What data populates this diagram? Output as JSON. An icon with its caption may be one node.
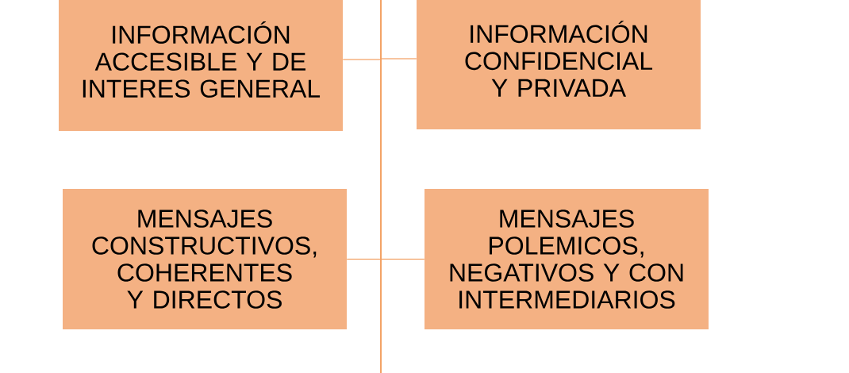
{
  "diagram": {
    "nodes": [
      {
        "text": [
          "INFORMACIÓN ACCESIBLE Y DE INTERES GENERAL"
        ]
      },
      {
        "text": [
          "INFORMACIÓN CONFIDENCIAL Y PRIVADA"
        ]
      },
      {
        "text": [
          "MENSAJES CONSTRUCTIVOS, COHERENTES Y DIRECTOS"
        ]
      },
      {
        "text": [
          "MENSAJES POLEMICOS, NEGATIVOS Y CON INTERMEDIARIOS"
        ]
      },
      {
        "text": [],
        "shape": "line"
      }
    ],
    "edges": [
      {
        "from": 0,
        "to": 4,
        "arrow": "none"
      },
      {
        "from": 4,
        "to": 1,
        "arrow": "none"
      },
      {
        "from": 2,
        "to": 4,
        "arrow": "none"
      },
      {
        "from": 4,
        "to": 3,
        "arrow": "none"
      }
    ]
  }
}
